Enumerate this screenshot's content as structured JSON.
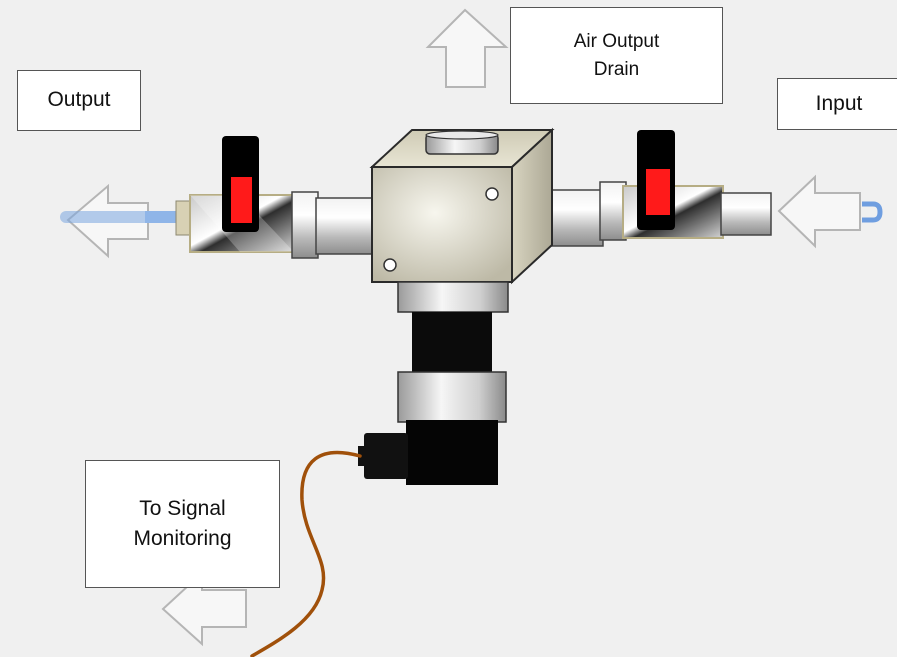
{
  "labels": {
    "output": "Output",
    "input": "Input",
    "air_output_line1": "Air Output",
    "air_output_line2": "Drain",
    "signal_line1": "To Signal",
    "signal_line2": "Monitoring"
  },
  "colors": {
    "background": "#f0f0f0",
    "handle_red": "#ff1a1a",
    "cable_brown": "#a0500a",
    "tube_blue": "#7aa6e0",
    "block_beige": "#e4e0cc"
  }
}
